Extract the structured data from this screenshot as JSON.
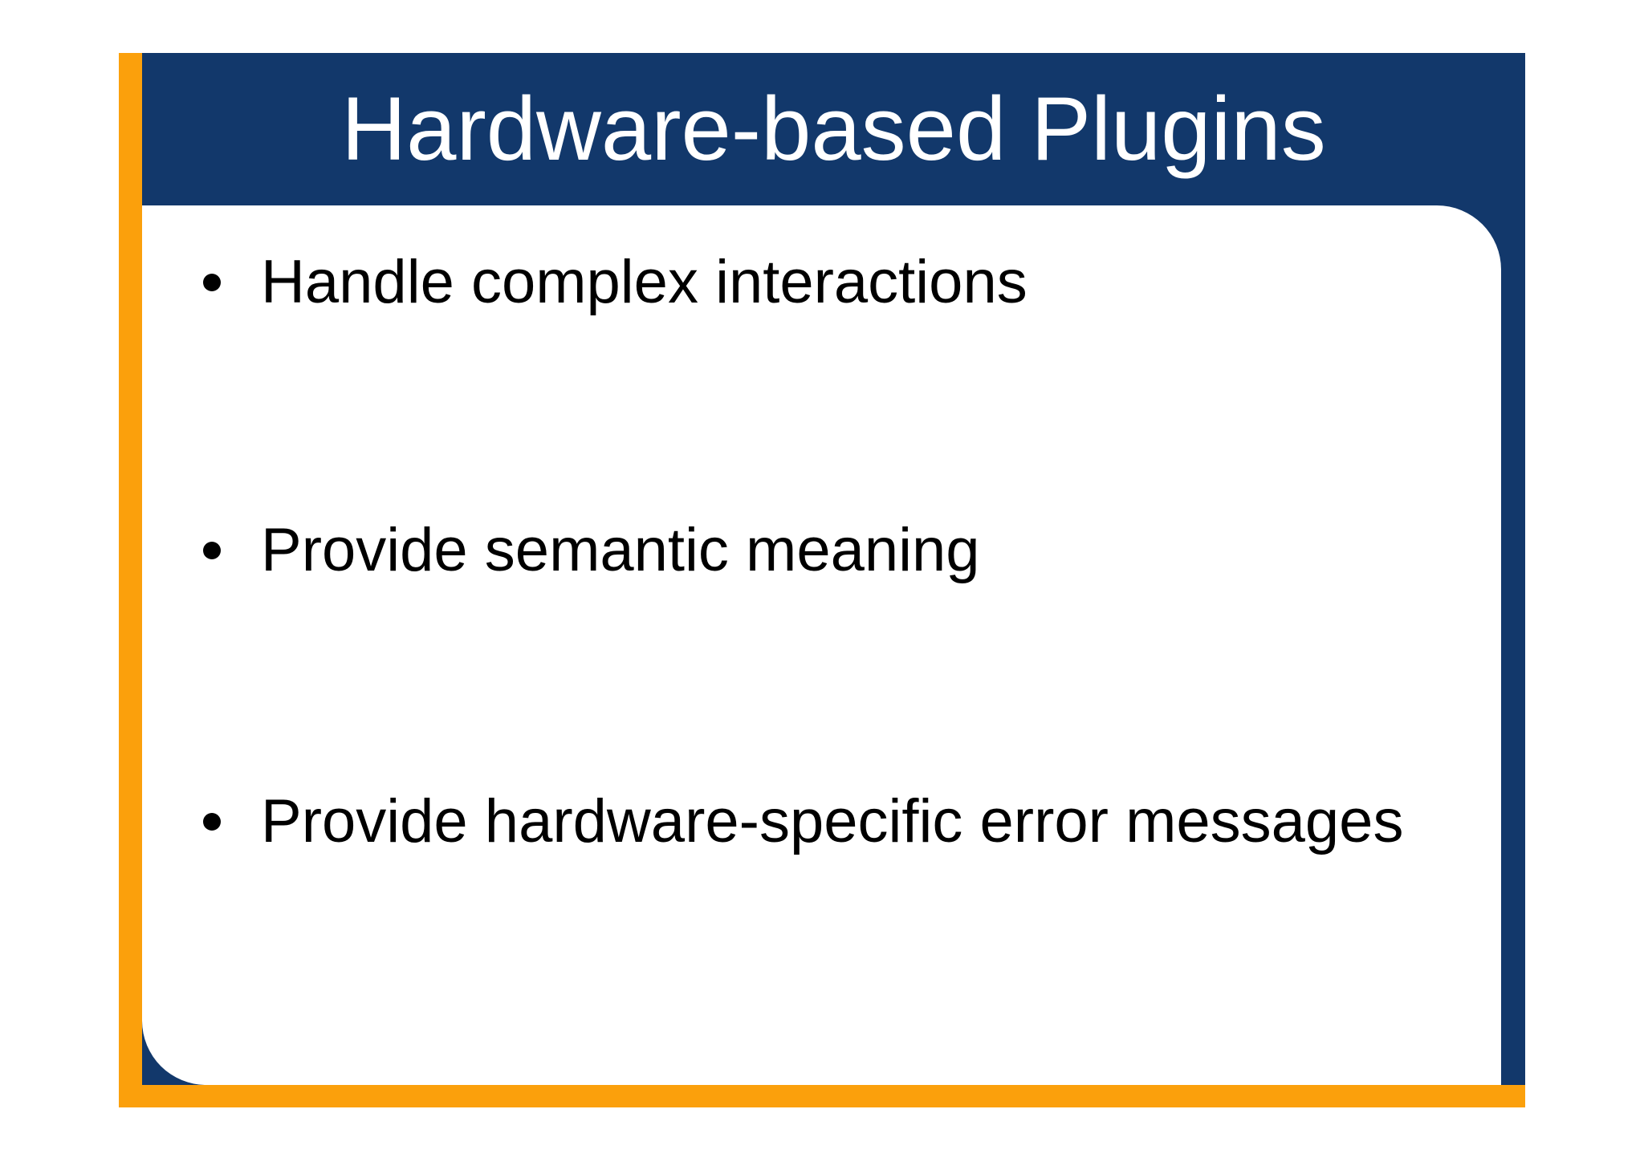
{
  "slide": {
    "title": "Hardware-based Plugins",
    "bullets": [
      {
        "text": "Handle complex interactions"
      },
      {
        "text": "Provide semantic meaning"
      },
      {
        "text": "Provide hardware-specific error messages"
      }
    ],
    "colors": {
      "navy": "#12386B",
      "orange": "#FBA00C",
      "content_bg": "#FFFFFF",
      "title_text": "#FFFFFF",
      "body_text": "#000000"
    }
  }
}
